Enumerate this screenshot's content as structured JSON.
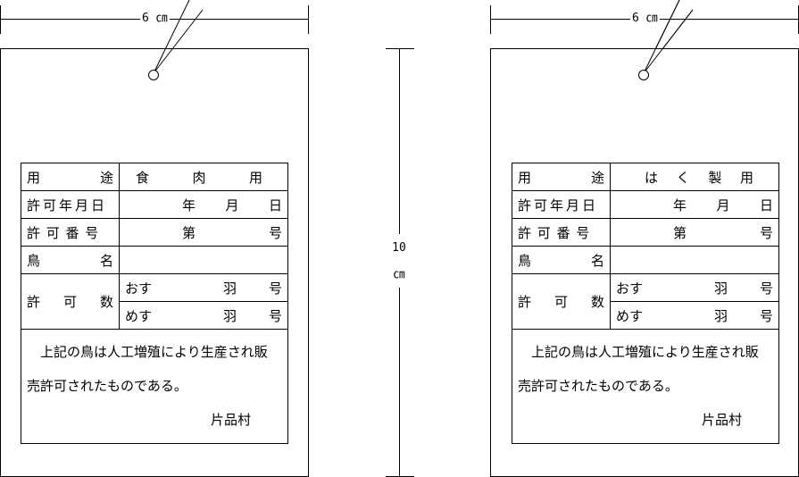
{
  "dimensions": {
    "width_label": "6 ㎝",
    "height_value": "10",
    "height_unit": "㎝"
  },
  "tags": [
    {
      "rows": {
        "use_label_a": "用",
        "use_label_b": "途",
        "use_value_parts": [
          "食",
          "肉",
          "用"
        ],
        "date_label": "許可年月日",
        "date_parts": [
          "年",
          "月",
          "日"
        ],
        "permit_no_label": "許 可 番 号",
        "permit_no_prefix": "第",
        "permit_no_suffix": "号",
        "bird_label_a": "鳥",
        "bird_label_b": "名",
        "bird_value": "",
        "count_label_parts": [
          "許",
          "可",
          "数"
        ],
        "male_label": "おす",
        "female_label": "めす",
        "unit_wing": "羽",
        "unit_no": "号"
      },
      "notice_line1": "上記の鳥は人工増殖により生産され販",
      "notice_line2": "売許可されたものである。",
      "issuer": "片品村"
    },
    {
      "rows": {
        "use_label_a": "用",
        "use_label_b": "途",
        "use_value_parts": [
          "は",
          "く",
          "製",
          "用"
        ],
        "date_label": "許可年月日",
        "date_parts": [
          "年",
          "月",
          "日"
        ],
        "permit_no_label": "許 可 番 号",
        "permit_no_prefix": "第",
        "permit_no_suffix": "号",
        "bird_label_a": "鳥",
        "bird_label_b": "名",
        "bird_value": "",
        "count_label_parts": [
          "許",
          "可",
          "数"
        ],
        "male_label": "おす",
        "female_label": "めす",
        "unit_wing": "羽",
        "unit_no": "号"
      },
      "notice_line1": "上記の鳥は人工増殖により生産され販",
      "notice_line2": "売許可されたものである。",
      "issuer": "片品村"
    }
  ]
}
